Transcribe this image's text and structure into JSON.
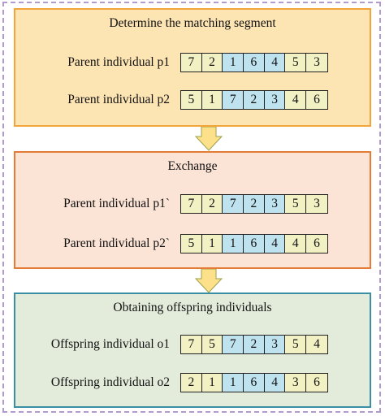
{
  "panels": [
    {
      "title": "Determine the matching segment",
      "rows": [
        {
          "label": "Parent individual p1",
          "values": [
            "7",
            "2",
            "1",
            "6",
            "4",
            "5",
            "3"
          ],
          "fills": [
            "yellow",
            "yellow",
            "blue",
            "blue",
            "blue",
            "yellow",
            "yellow"
          ]
        },
        {
          "label": "Parent individual p2",
          "values": [
            "5",
            "1",
            "7",
            "2",
            "3",
            "4",
            "6"
          ],
          "fills": [
            "yellow",
            "yellow",
            "blue",
            "blue",
            "blue",
            "yellow",
            "yellow"
          ]
        }
      ]
    },
    {
      "title": "Exchange",
      "rows": [
        {
          "label": "Parent individual p1`",
          "values": [
            "7",
            "2",
            "7",
            "2",
            "3",
            "5",
            "3"
          ],
          "fills": [
            "yellow",
            "yellow",
            "blue",
            "blue",
            "blue",
            "yellow",
            "yellow"
          ]
        },
        {
          "label": "Parent individual p2`",
          "values": [
            "5",
            "1",
            "1",
            "6",
            "4",
            "4",
            "6"
          ],
          "fills": [
            "yellow",
            "yellow",
            "blue",
            "blue",
            "blue",
            "yellow",
            "yellow"
          ]
        }
      ]
    },
    {
      "title": "Obtaining offspring individuals",
      "rows": [
        {
          "label": "Offspring individual o1",
          "values": [
            "7",
            "5",
            "7",
            "2",
            "3",
            "5",
            "4"
          ],
          "fills": [
            "yellow",
            "yellow",
            "blue",
            "blue",
            "blue",
            "yellow",
            "yellow"
          ]
        },
        {
          "label": "Offspring individual o2",
          "values": [
            "2",
            "1",
            "1",
            "6",
            "4",
            "3",
            "6"
          ],
          "fills": [
            "yellow",
            "yellow",
            "blue",
            "blue",
            "blue",
            "yellow",
            "yellow"
          ]
        }
      ]
    }
  ],
  "colors": {
    "yellow": "#f2f1c4",
    "blue": "#bfe2ef",
    "arrow_fill": "#fde08a",
    "arrow_stroke": "#9aa04a"
  }
}
